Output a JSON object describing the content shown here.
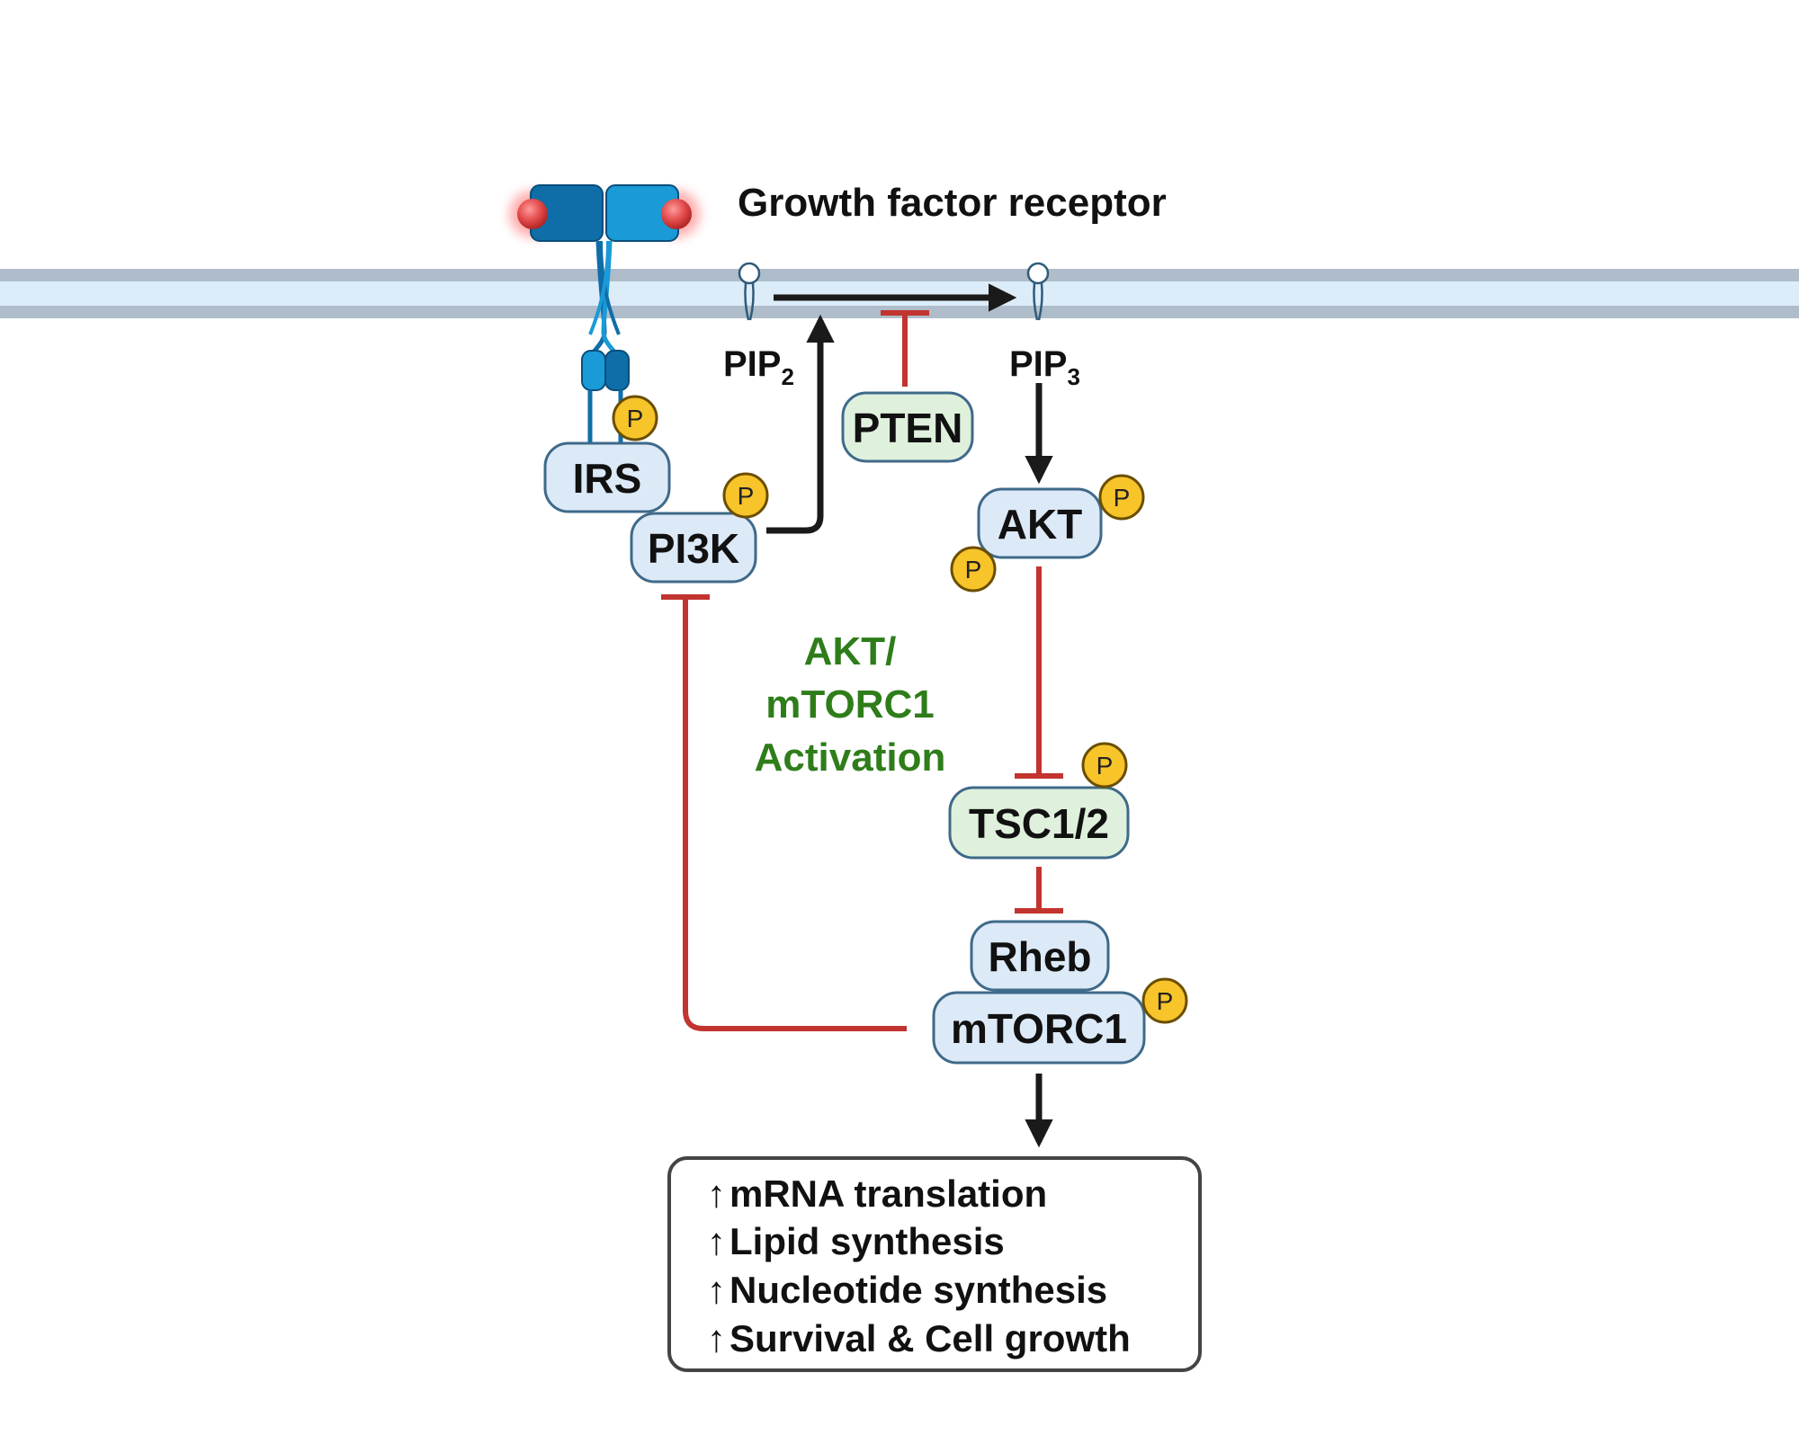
{
  "receptor": {
    "label": "Growth factor receptor"
  },
  "lipids": {
    "pip2": {
      "base": "PIP",
      "sub": "2"
    },
    "pip3": {
      "base": "PIP",
      "sub": "3"
    }
  },
  "nodes": {
    "irs": "IRS",
    "pi3k": "PI3K",
    "pten": "PTEN",
    "akt": "AKT",
    "tsc": "TSC1/2",
    "rheb": "Rheb",
    "mtorc1": "mTORC1"
  },
  "phospho_label": "P",
  "pathway_title": [
    "AKT/",
    "mTORC1",
    "Activation"
  ],
  "outcomes": {
    "arrow_glyph": "↑",
    "items": [
      "mRNA translation",
      "Lipid synthesis",
      "Nucleotide synthesis",
      "Survival & Cell growth"
    ]
  },
  "colors": {
    "membrane_outer": "#aebdc9",
    "membrane_inner": "#dcedf9",
    "node_fill": "#dce9f7",
    "node_stroke": "#3f6a8a",
    "node_green_fill": "#dff1dc",
    "phospho_fill": "#f7c42a",
    "phospho_stroke": "#6b4e00",
    "activation": "#1a1a1a",
    "inhibition": "#c2342f",
    "pathway_text": "#2e7d1a",
    "receptor_dark": "#0f6ea8",
    "receptor_light": "#1a9ad6",
    "ligand": "#e04848"
  }
}
